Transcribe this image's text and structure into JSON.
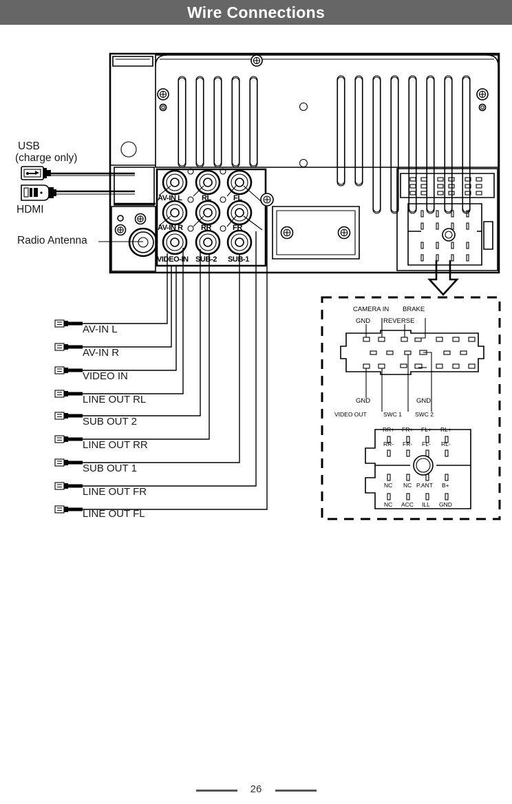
{
  "header": {
    "title": "Wire Connections"
  },
  "footer": {
    "page_number": "26"
  },
  "left_callouts": {
    "usb_line1": "USB",
    "usb_line2": "(charge only)",
    "hdmi": "HDMI",
    "radio_antenna": "Radio Antenna"
  },
  "rca_jacks": [
    {
      "id": "av-in-l",
      "label": "AV-IN  L"
    },
    {
      "id": "rl",
      "label": "RL"
    },
    {
      "id": "fl",
      "label": "FL"
    },
    {
      "id": "av-in-r",
      "label": "AV-IN  R"
    },
    {
      "id": "rr",
      "label": "RR"
    },
    {
      "id": "fr",
      "label": "FR"
    },
    {
      "id": "video-in",
      "label": "VIDEO-IN"
    },
    {
      "id": "sub-2",
      "label": "SUB-2"
    },
    {
      "id": "sub-1",
      "label": "SUB-1"
    }
  ],
  "wire_labels": [
    {
      "id": "av-in-l",
      "label": "AV-IN L"
    },
    {
      "id": "av-in-r",
      "label": "AV-IN R"
    },
    {
      "id": "video-in",
      "label": "VIDEO IN"
    },
    {
      "id": "line-out-rl",
      "label": "LINE OUT RL"
    },
    {
      "id": "sub-out-2",
      "label": "SUB OUT 2"
    },
    {
      "id": "line-out-rr",
      "label": "LINE OUT RR"
    },
    {
      "id": "sub-out-1",
      "label": "SUB OUT 1"
    },
    {
      "id": "line-out-fr",
      "label": "LINE OUT FR"
    },
    {
      "id": "line-out-fl",
      "label": "LINE OUT FL"
    }
  ],
  "connector_detail": {
    "iso_a_top_labels": [
      {
        "id": "gnd-a",
        "label": "GND"
      },
      {
        "id": "camera-in",
        "label": "CAMERA IN"
      },
      {
        "id": "reverse",
        "label": "REVERSE"
      },
      {
        "id": "brake",
        "label": "BRAKE"
      }
    ],
    "iso_a_bottom_labels": [
      {
        "id": "gnd-b",
        "label": "GND"
      },
      {
        "id": "video-out",
        "label": "VIDEO OUT"
      },
      {
        "id": "swc1",
        "label": "SWC 1"
      },
      {
        "id": "gnd-c",
        "label": "GND"
      },
      {
        "id": "swc2",
        "label": "SWC 2"
      }
    ],
    "iso_b_speaker_row1": [
      "RR+",
      "FR+",
      "FL+",
      "RL+"
    ],
    "iso_b_speaker_row2": [
      "RR-",
      "FR-",
      "FL-",
      "RL-"
    ],
    "iso_b_power_row1": [
      "NC",
      "NC",
      "P.ANT",
      "B+"
    ],
    "iso_b_power_row2": [
      "NC",
      "ACC",
      "ILL",
      "GND"
    ]
  },
  "colors": {
    "header_bg": "#666666",
    "header_text": "#ffffff",
    "line": "#000000",
    "text": "#1a1a1a"
  }
}
